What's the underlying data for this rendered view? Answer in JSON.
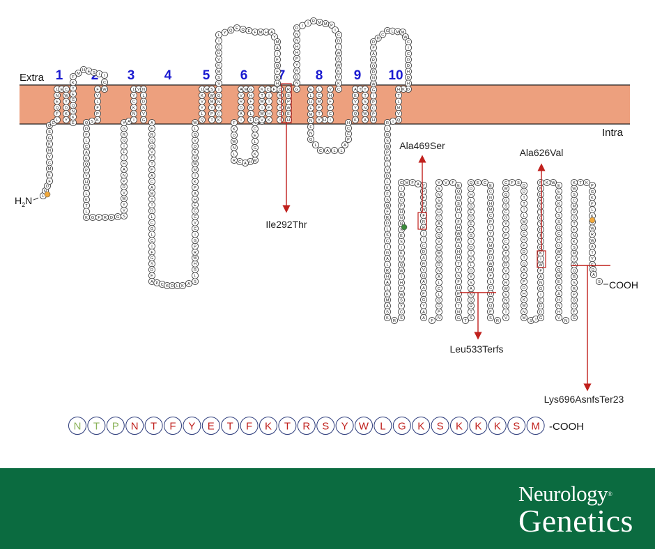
{
  "region_labels": {
    "extra": "Extra",
    "intra": "Intra"
  },
  "tm_numbers": [
    "1",
    "2",
    "3",
    "4",
    "5",
    "6",
    "7",
    "8",
    "9",
    "10"
  ],
  "termini": {
    "n_label": "H",
    "n_sub": "2",
    "n_tail": "N",
    "c_label": "COOH"
  },
  "mutations": [
    {
      "name": "Ile292Thr"
    },
    {
      "name": "Ala469Ser"
    },
    {
      "name": "Leu533Terfs"
    },
    {
      "name": "Ala626Val"
    },
    {
      "name": "Lys696AsnfsTer23"
    }
  ],
  "sequence": {
    "residues": [
      "N",
      "T",
      "P",
      "N",
      "T",
      "F",
      "Y",
      "E",
      "T",
      "F",
      "K",
      "T",
      "R",
      "S",
      "Y",
      "W",
      "L",
      "G",
      "K",
      "S",
      "K",
      "K",
      "K",
      "S",
      "M"
    ],
    "green_count": 3,
    "suffix": "-COOH"
  },
  "brand": {
    "line1": "Neurology",
    "reg": "®",
    "line2": "Genetics"
  },
  "colors": {
    "membrane": "#eda07e",
    "tm_label": "#1a1ad0",
    "mutation": "#c0201c",
    "green_residue": "#8bb35a",
    "red_residue": "#c0201c",
    "footer": "#0b6b40"
  }
}
